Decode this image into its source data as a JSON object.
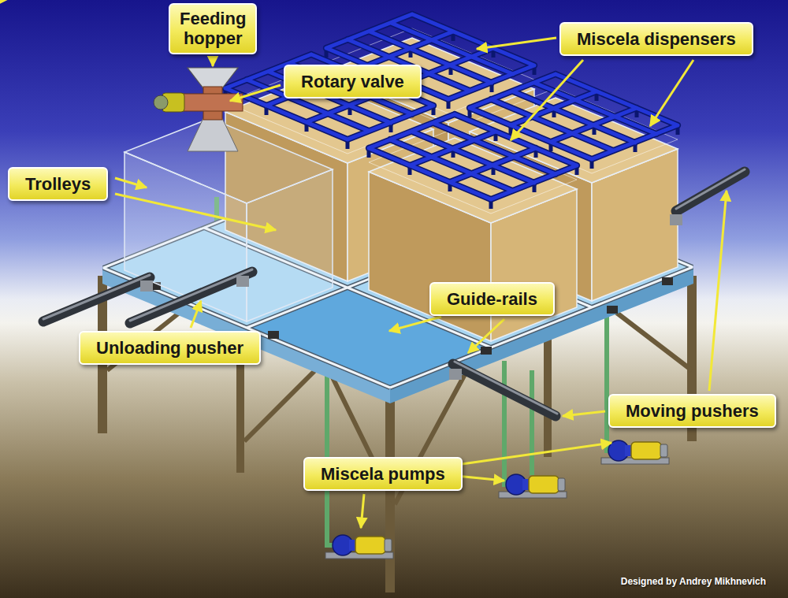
{
  "diagram": {
    "nodes": [
      {
        "text": [
          "Feeding hopper"
        ]
      },
      {
        "text": [
          "Miscela dispensers"
        ]
      },
      {
        "text": [
          "Rotary valve"
        ]
      },
      {
        "text": [
          "Trolleys"
        ]
      },
      {
        "text": [
          "Guide-rails"
        ]
      },
      {
        "text": [
          "Unloading pusher"
        ]
      },
      {
        "text": [
          "Moving pushers"
        ]
      },
      {
        "text": [
          "Miscela pumps"
        ]
      }
    ],
    "labels": [
      "Designed by Andrey Mikhnevich"
    ]
  }
}
